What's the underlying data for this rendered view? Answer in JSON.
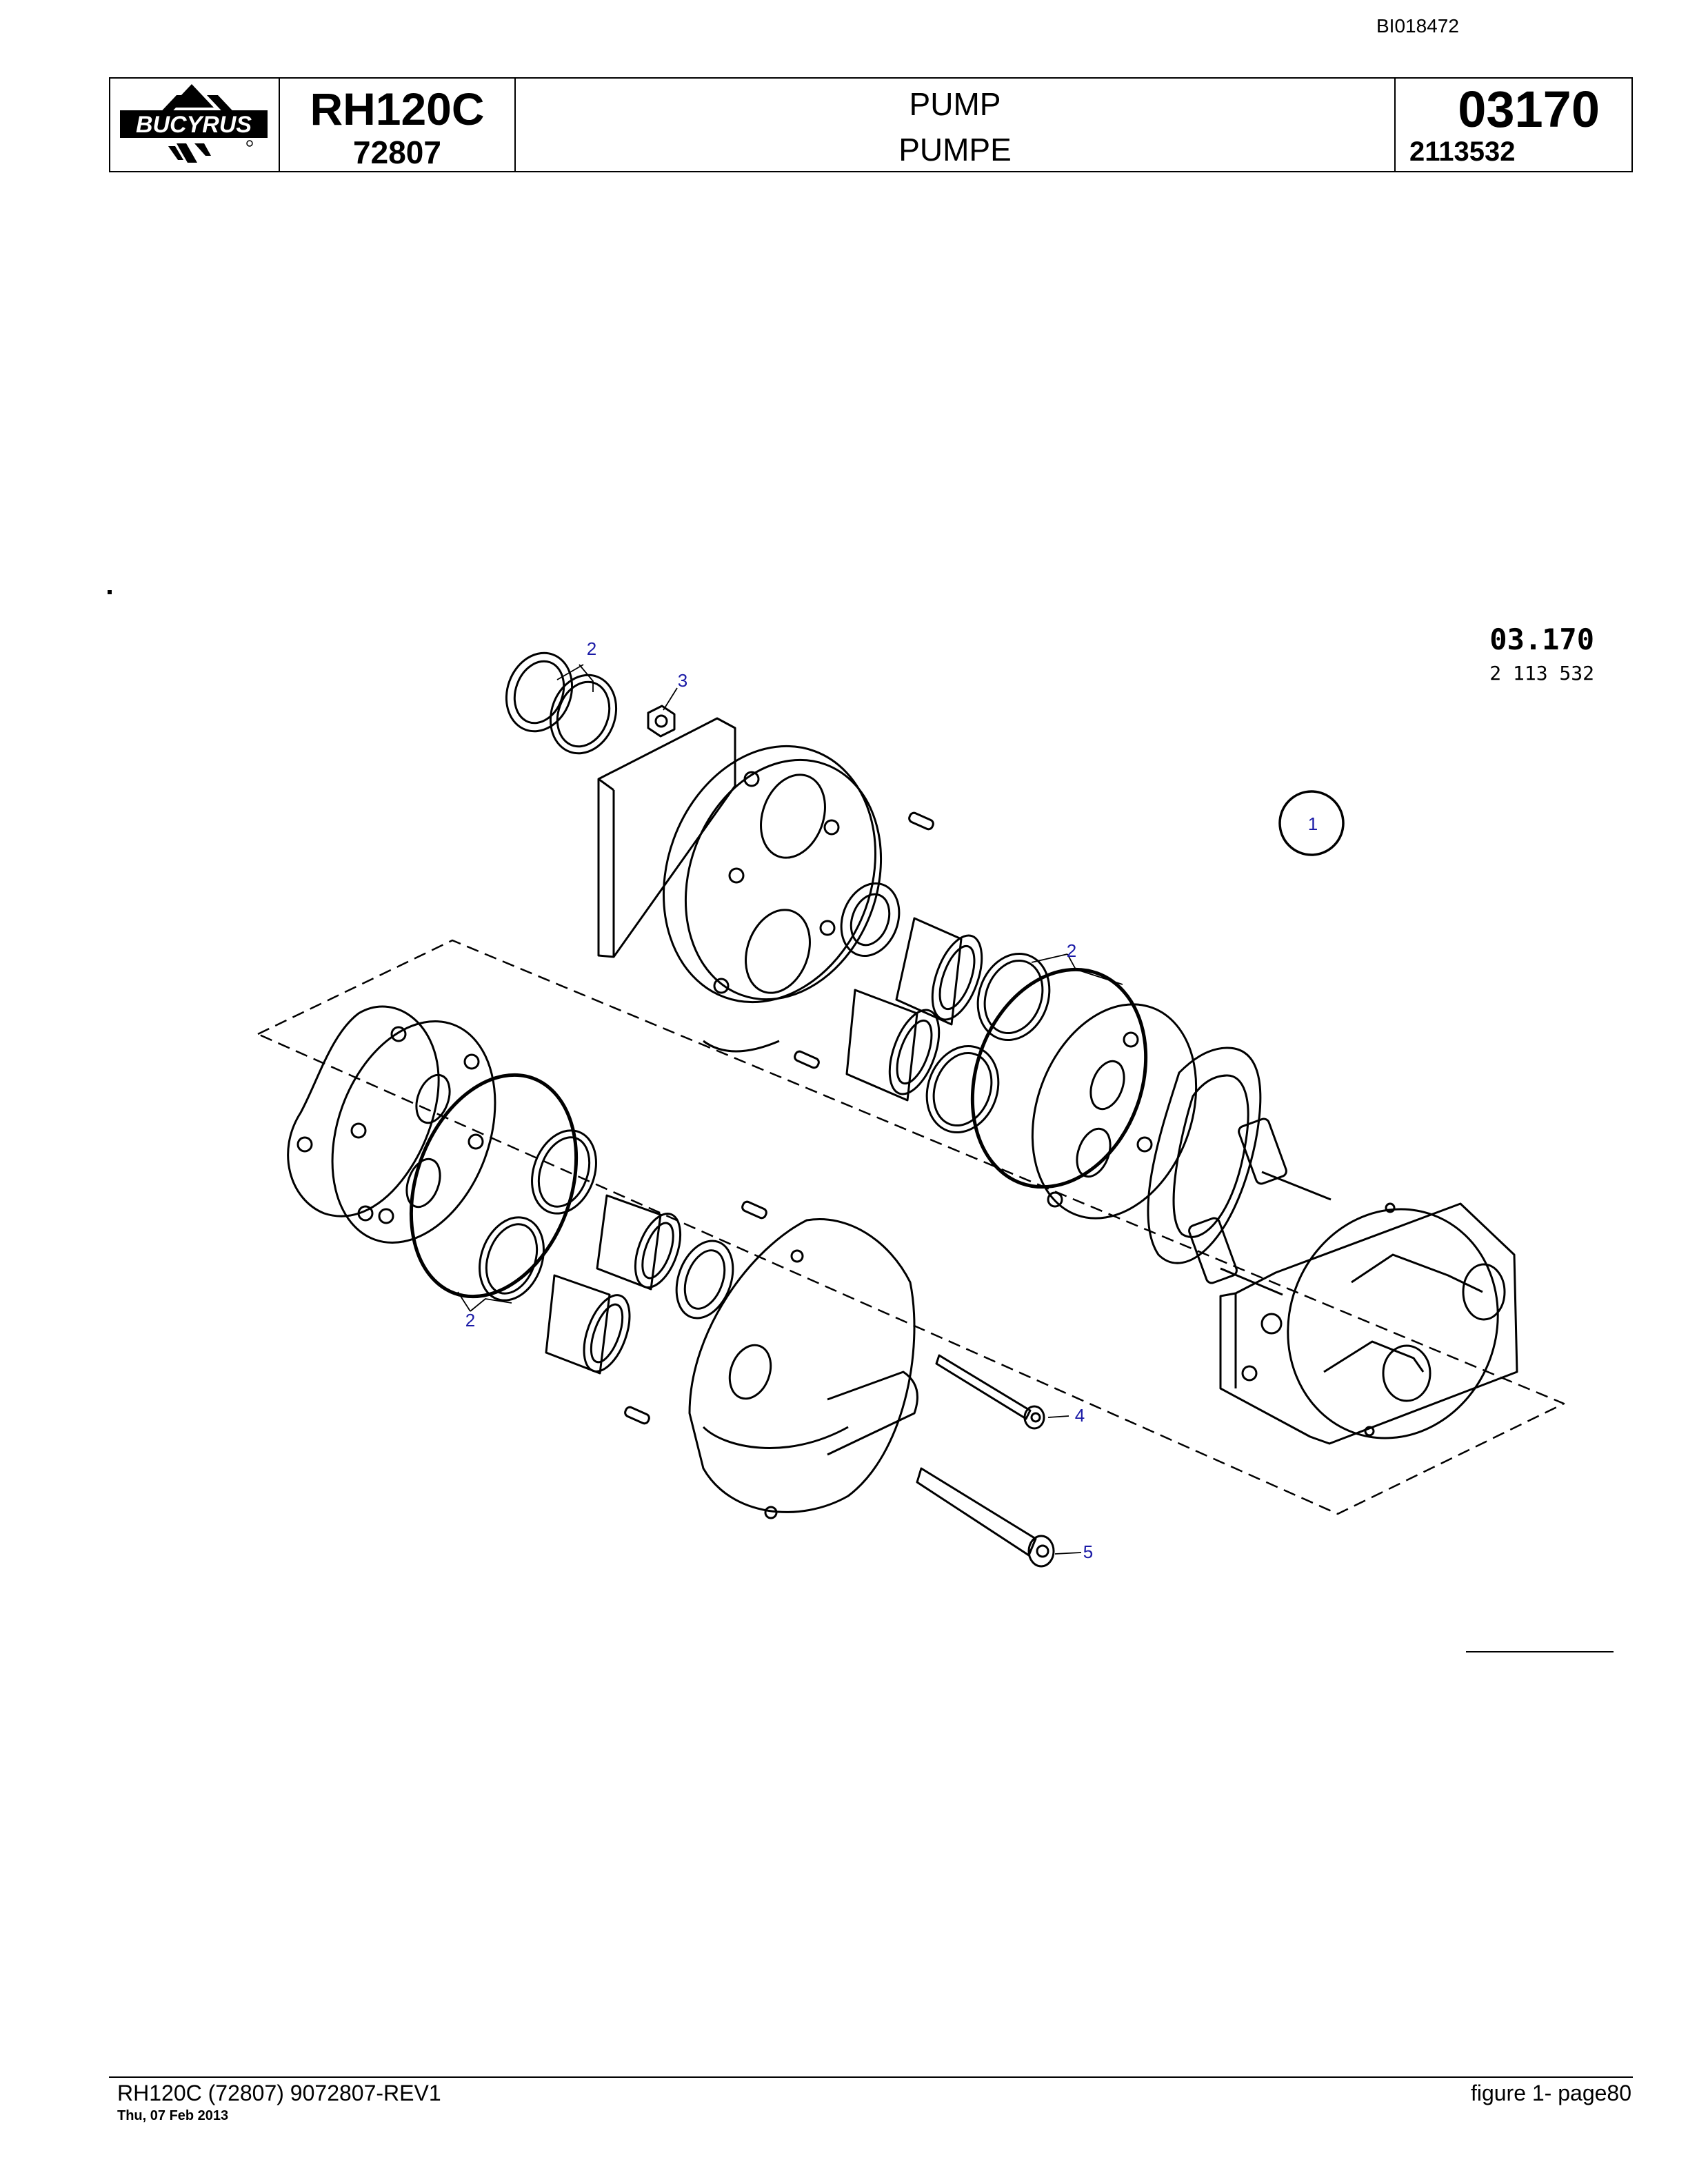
{
  "document": {
    "doc_id": "BI018472"
  },
  "header": {
    "logo_text": "BUCYRUS",
    "model": "RH120C",
    "serial": "72807",
    "title_en": "PUMP",
    "title_de": "PUMPE",
    "section_code": "03170",
    "part_number": "2113532"
  },
  "drawing": {
    "section_label": "03.170",
    "part_label": "2 113 532",
    "callouts": {
      "c1": "1",
      "c2a": "2",
      "c2b": "2",
      "c2c": "2",
      "c3": "3",
      "c4": "4",
      "c5": "5"
    },
    "callout_color": "#1a1aa6"
  },
  "footer": {
    "reference": "RH120C (72807) 9072807-REV1",
    "date": "Thu, 07 Feb 2013",
    "page": "figure  1- page80"
  }
}
